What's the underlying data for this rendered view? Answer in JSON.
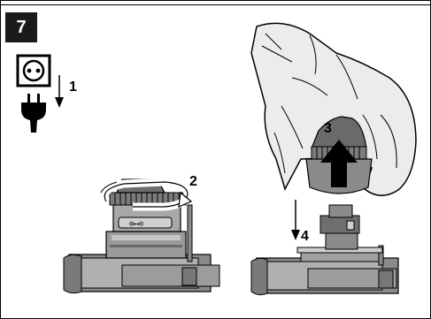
{
  "figure": {
    "number": "7",
    "steps": [
      {
        "label": "1",
        "meaning": "unplug"
      },
      {
        "label": "2",
        "meaning": "rotate"
      },
      {
        "label": "3",
        "meaning": "pull-up"
      },
      {
        "label": "4",
        "meaning": "down"
      }
    ]
  },
  "colors": {
    "ink": "#000000",
    "metal_dark": "#6e6e6e",
    "metal_mid": "#9a9a9a",
    "metal_light": "#c8c8c8",
    "glove": "#e8e8e8",
    "badge_bg": "#1a1a1a"
  },
  "icons": [
    "socket-icon",
    "plug-icon",
    "rotate-arrow-icon",
    "up-arrow-icon",
    "down-arrow-icon"
  ]
}
